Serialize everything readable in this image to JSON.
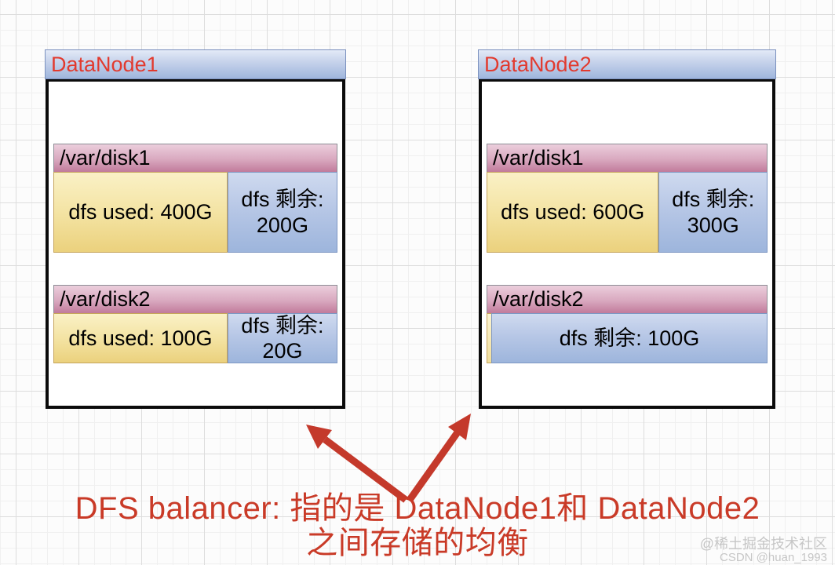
{
  "diagram": {
    "nodes": [
      {
        "title": "DataNode1",
        "disks": [
          {
            "path": "/var/disk1",
            "used": "dfs used: 400G",
            "free": "dfs 剩余: 200G"
          },
          {
            "path": "/var/disk2",
            "used": "dfs used: 100G",
            "free": "dfs 剩余: 20G"
          }
        ]
      },
      {
        "title": "DataNode2",
        "disks": [
          {
            "path": "/var/disk1",
            "used": "dfs used: 600G",
            "free": "dfs 剩余: 300G"
          },
          {
            "path": "/var/disk2",
            "free": "dfs 剩余: 100G"
          }
        ]
      }
    ],
    "annotation": {
      "line1": "DFS balancer: 指的是 DataNode1和 DataNode2",
      "line2": "之间存储的均衡"
    },
    "watermark": {
      "line1": "@稀土掘金技术社区",
      "line2": "CSDN @huan_1993"
    },
    "colors": {
      "node_title_text": "#E23A2E",
      "annotation_red": "#C93A27",
      "arrow_red": "#C4392B",
      "title_bar_top": "#E3EAF7",
      "title_bar_bottom": "#9FB6DD",
      "disk_header_top": "#EBCEDC",
      "disk_header_bottom": "#C17B9B",
      "used_cell_top": "#FAF1C6",
      "used_cell_bottom": "#EBD17D",
      "free_cell_top": "#CFDAEF",
      "free_cell_bottom": "#9DB5DC",
      "box_border": "#0B0B0B"
    }
  }
}
